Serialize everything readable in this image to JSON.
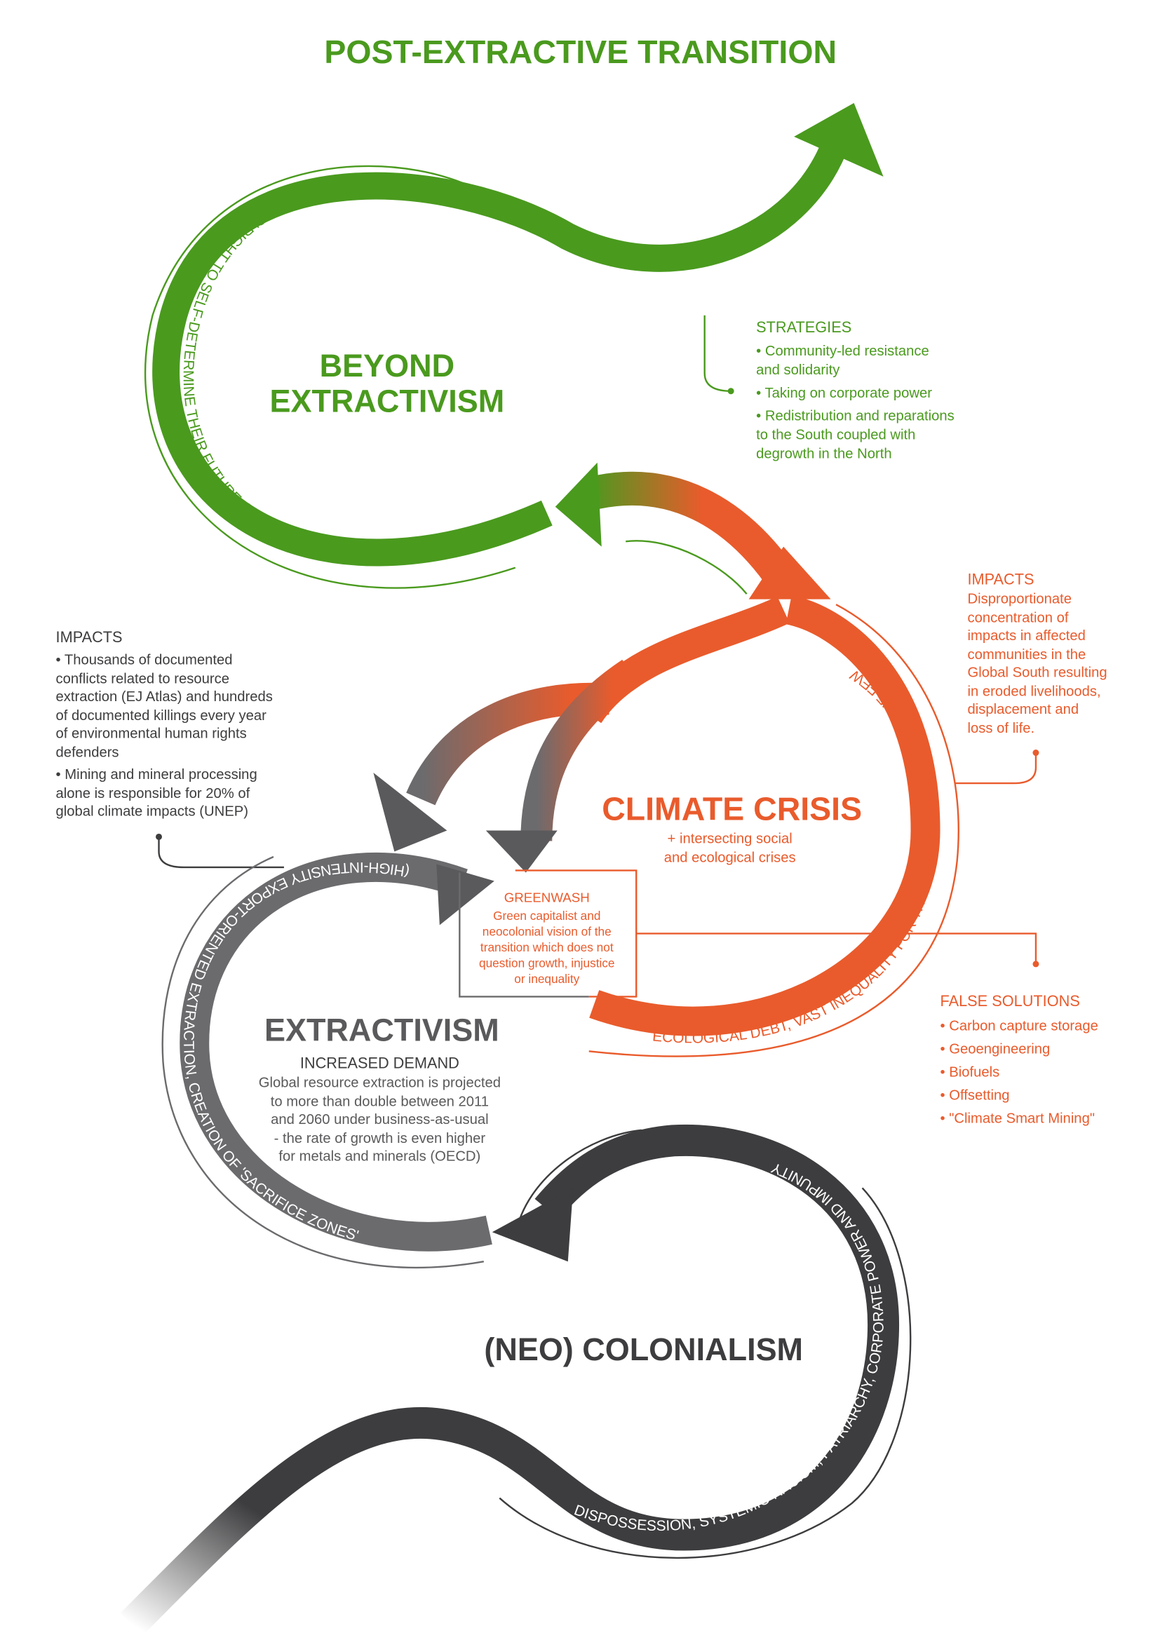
{
  "title": "POST-EXTRACTIVE TRANSITION",
  "colors": {
    "green": "#4a9a1e",
    "orange": "#e95b2c",
    "grey": "#6b6b6e",
    "dark": "#3d3d3f"
  },
  "beyond": {
    "title1": "BEYOND",
    "title2": "EXTRACTIVISM",
    "arc_text": "JUSTICE AND EQUITY, COMMUNITIES' RIGHT TO SELF-DETERMINE THEIR FUTURE, DIGNIFIED LIFE FOR ALL"
  },
  "strategies": {
    "heading": "STRATEGIES",
    "lines": [
      "• Community-led resistance",
      "and solidarity",
      "• Taking on corporate power",
      "• Redistribution and reparations",
      "to the South coupled with",
      "degrowth in the North"
    ]
  },
  "climate": {
    "title": "CLIMATE CRISIS",
    "sub1": "+ intersecting social",
    "sub2": "and ecological crises",
    "arc_text": "ECOLOGICAL DEBT, VAST INEQUALITY FOR THE MANY AND EXCESS FOR THE FEW"
  },
  "impacts_right": {
    "heading": "IMPACTS",
    "lines": [
      "Disproportionate",
      "concentration of",
      "impacts in affected",
      "communities in the",
      "Global South resulting",
      "in eroded livelihoods,",
      "displacement and",
      "loss of life."
    ]
  },
  "impacts_left": {
    "heading": "IMPACTS",
    "lines": [
      "• Thousands of documented",
      "conflicts related to resource",
      "extraction (EJ Atlas) and hundreds",
      "of documented killings every year",
      "of environmental human rights",
      "defenders",
      "• Mining and mineral processing",
      "alone is responsible for 20% of",
      "global climate impacts (UNEP)"
    ]
  },
  "greenwash": {
    "heading": "GREENWASH",
    "lines": [
      "Green capitalist and",
      "neocolonial vision of the",
      "transition which does not",
      "question growth, injustice",
      "or inequality"
    ]
  },
  "false_solutions": {
    "heading": "FALSE SOLUTIONS",
    "items": [
      "• Carbon capture storage",
      "• Geoengineering",
      "• Biofuels",
      "• Offsetting",
      "• \"Climate Smart Mining\""
    ]
  },
  "extractivism": {
    "title": "EXTRACTIVISM",
    "sub": "INCREASED DEMAND",
    "lines": [
      "Global resource extraction is projected",
      "to more than double between 2011",
      "and 2060 under business-as-usual",
      "- the rate of growth is even higher",
      "for metals and minerals (OECD)"
    ],
    "arc_text": "(HIGH-INTENSITY EXPORT-ORIENTED EXTRACTION, CREATION OF 'SACRIFICE ZONES'"
  },
  "colonialism": {
    "title": "(NEO) COLONIALISM",
    "arc_text": "DISPOSSESSION, SYSTEMIC RACISM, PATRIARCHY, CORPORATE POWER AND IMPUNITY"
  }
}
